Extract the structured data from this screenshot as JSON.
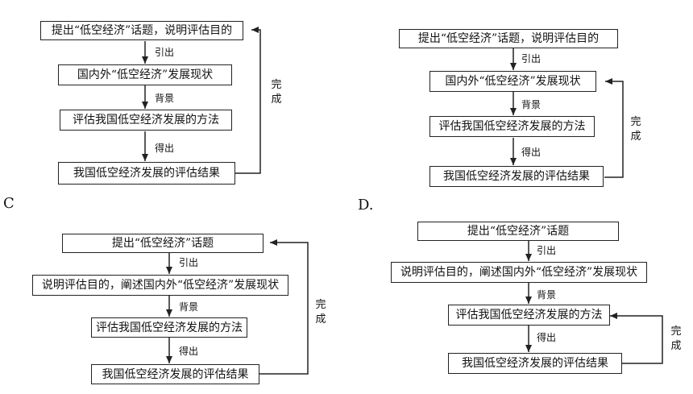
{
  "option_labels": {
    "c": "C",
    "d": "D."
  },
  "diagram_a": {
    "boxes": [
      "提出“低空经济”话题，说明评估目的",
      "国内外“低空经济”发展现状",
      "评估我国低空经济发展的方法",
      "我国低空经济发展的评估结果"
    ],
    "arrows": [
      "引出",
      "背景",
      "得出"
    ],
    "loop": "完成"
  },
  "diagram_b": {
    "boxes": [
      "提出“低空经济”话题，说明评估目的",
      "国内外“低空经济”发展现状",
      "评估我国低空经济发展的方法",
      "我国低空经济发展的评估结果"
    ],
    "arrows": [
      "引出",
      "背景",
      "得出"
    ],
    "loop": "完成"
  },
  "diagram_c": {
    "boxes": [
      "提出“低空经济”话题",
      "说明评估目的，阐述国内外“低空经济”发展现状",
      "评估我国低空经济发展的方法",
      "我国低空经济发展的评估结果"
    ],
    "arrows": [
      "引出",
      "背景",
      "得出"
    ],
    "loop": "完成"
  },
  "diagram_d": {
    "boxes": [
      "提出“低空经济”话题",
      "说明评估目的，阐述国内外“低空经济”发展现状",
      "评估我国低空经济发展的方法",
      "我国低空经济发展的评估结果"
    ],
    "arrows": [
      "引出",
      "背景",
      "得出"
    ],
    "loop": "完成"
  }
}
